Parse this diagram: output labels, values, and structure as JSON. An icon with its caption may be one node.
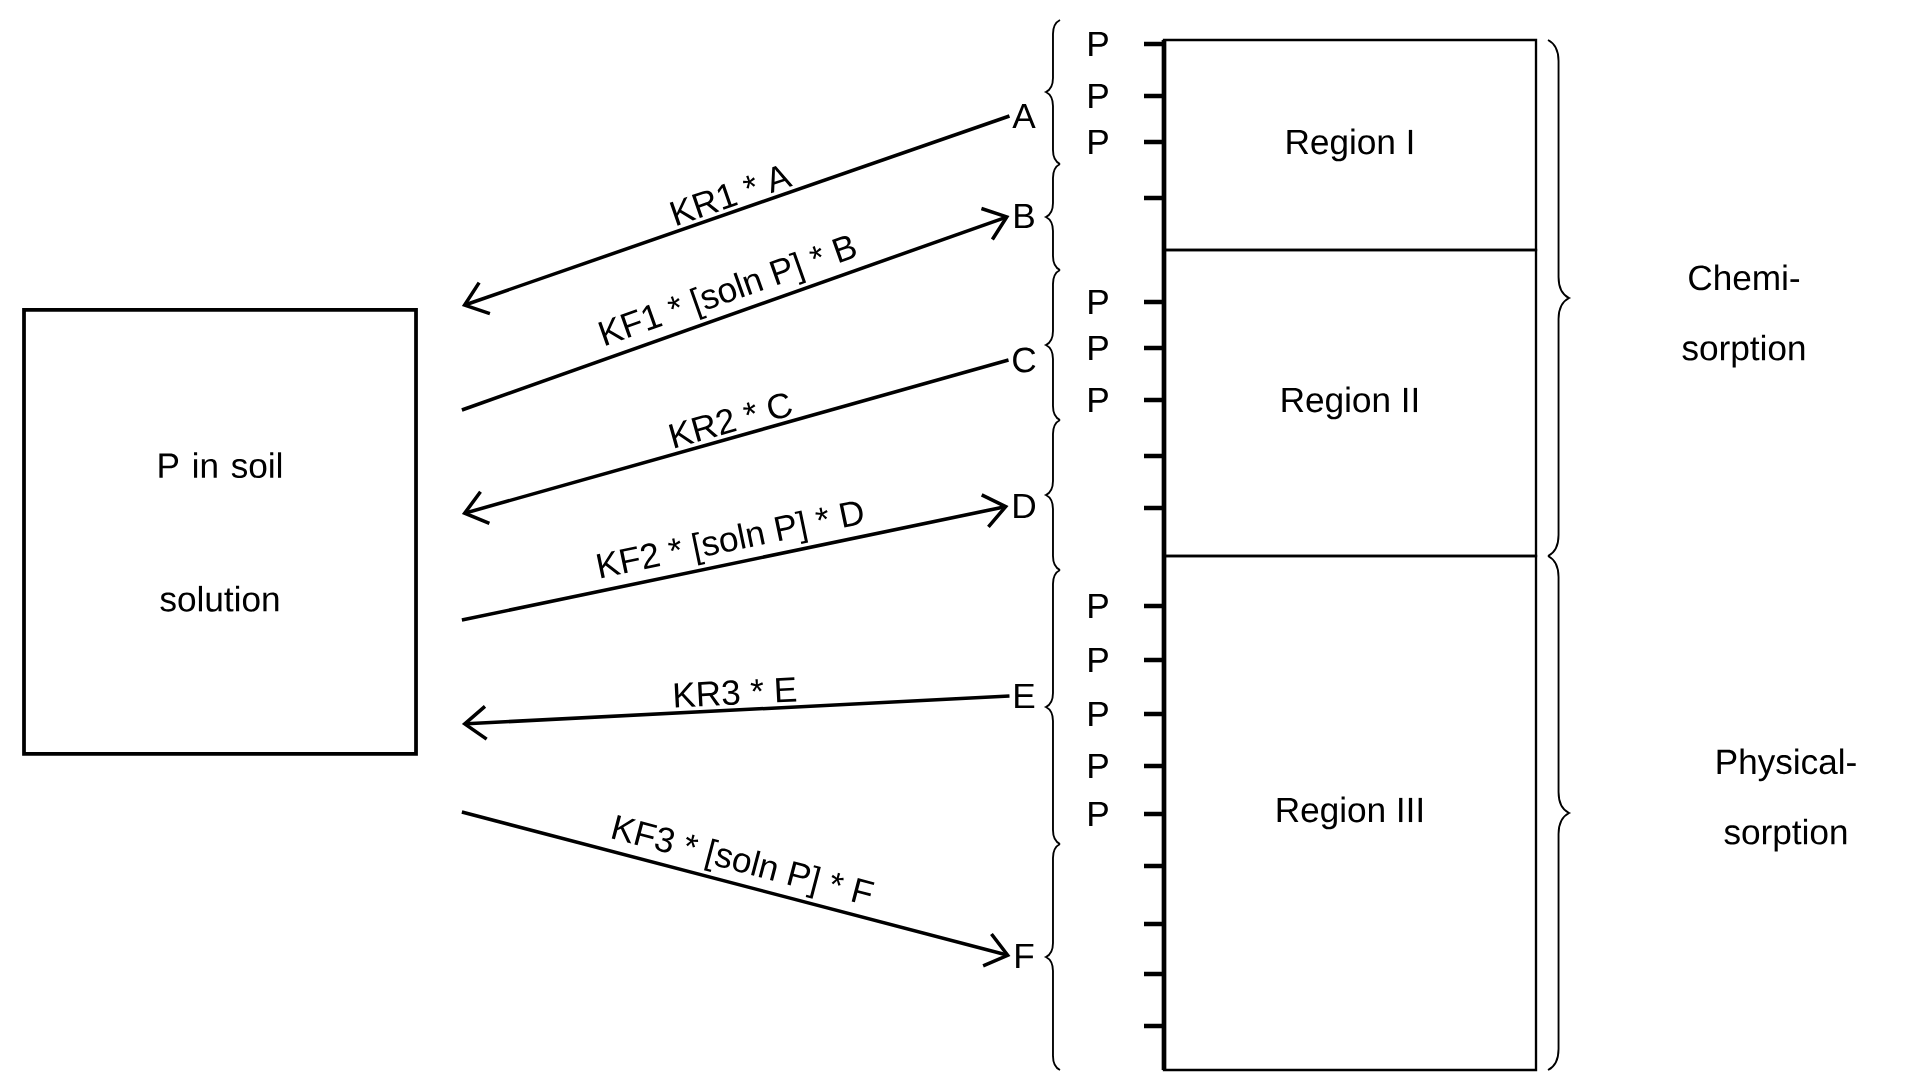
{
  "diagram": {
    "nodes": [
      {
        "text": [
          "P in soil solution"
        ]
      },
      {
        "text": [
          "Region I"
        ]
      },
      {
        "text": [
          "Region II"
        ]
      },
      {
        "text": [
          "Region III"
        ]
      },
      {
        "text": [
          "A"
        ]
      },
      {
        "text": [
          "B"
        ]
      },
      {
        "text": [
          "C"
        ]
      },
      {
        "text": [
          "D"
        ]
      },
      {
        "text": [
          "E"
        ]
      },
      {
        "text": [
          "F"
        ]
      }
    ],
    "edges": [
      {
        "from": 4,
        "to": 0,
        "arrow": "to",
        "label": "KR1 * A"
      },
      {
        "from": 0,
        "to": 5,
        "arrow": "to",
        "label": "KF1 * [soln P] * B"
      },
      {
        "from": 6,
        "to": 0,
        "arrow": "to",
        "label": "KR2 * C"
      },
      {
        "from": 0,
        "to": 7,
        "arrow": "to",
        "label": "KF2 * [soln P] * D"
      },
      {
        "from": 8,
        "to": 0,
        "arrow": "to",
        "label": "KR3 * E"
      },
      {
        "from": 0,
        "to": 9,
        "arrow": "to",
        "label": "KF3 * [soln P] * F"
      }
    ],
    "labels": [
      "P",
      "P",
      "P",
      "P",
      "P",
      "P",
      "P",
      "P",
      "P",
      "P",
      "P",
      "Chemi- sorption",
      "Physical- sorption"
    ]
  }
}
